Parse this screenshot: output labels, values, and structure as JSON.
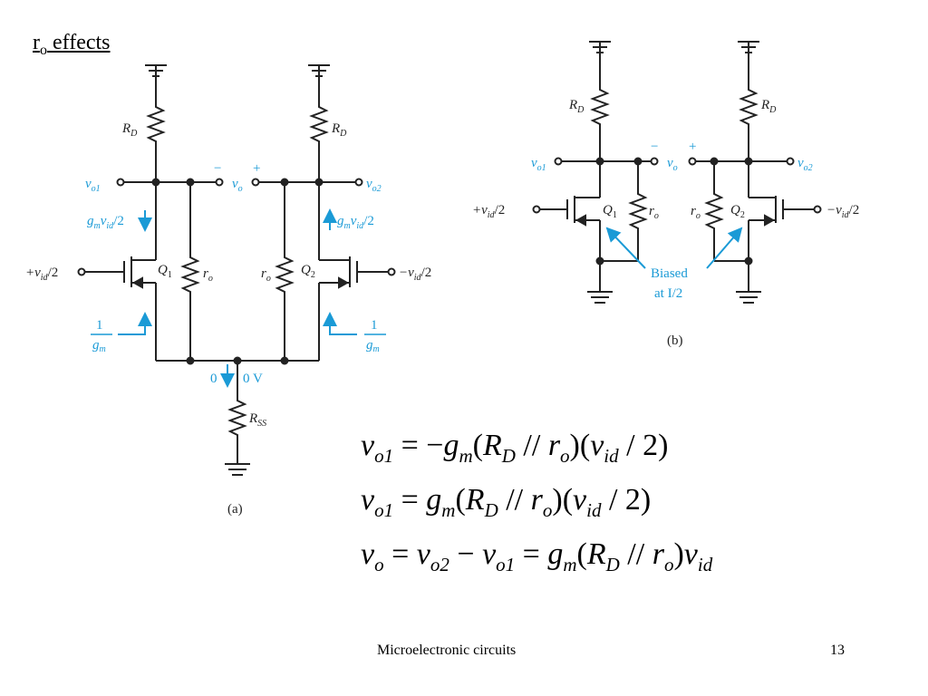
{
  "slide": {
    "title_main": "r",
    "title_sub": "o",
    "title_rest": " effects",
    "footer_center": "Microelectronic circuits",
    "footer_page": "13"
  },
  "circuit_a": {
    "caption": "(a)",
    "rd_left": "R",
    "rd_left_sub": "D",
    "rd_right": "R",
    "rd_right_sub": "D",
    "vo1": "v",
    "vo1_sub": "o1",
    "vo2": "v",
    "vo2_sub": "o2",
    "vo": "v",
    "vo_sub": "o",
    "minus": "−",
    "plus": "+",
    "gm_left": "g",
    "gm_left_sub": "m",
    "gm_left_v": "v",
    "gm_left_vsub": "id",
    "gm_left_tail": "/2",
    "gm_right": "g",
    "gm_right_sub": "m",
    "gm_right_v": "v",
    "gm_right_vsub": "id",
    "gm_right_tail": "/2",
    "input_left": "+v",
    "input_left_sub": "id",
    "input_left_tail": "/2",
    "input_right": "−v",
    "input_right_sub": "id",
    "input_right_tail": "/2",
    "q1": "Q",
    "q1_sub": "1",
    "q2": "Q",
    "q2_sub": "2",
    "ro_left": "r",
    "ro_left_sub": "o",
    "ro_right": "r",
    "ro_right_sub": "o",
    "one_left": "1",
    "gm_frac_left": "g",
    "gm_frac_left_sub": "m",
    "one_right": "1",
    "gm_frac_right": "g",
    "gm_frac_right_sub": "m",
    "zero_current": "0",
    "zero_volt": "0 V",
    "rss": "R",
    "rss_sub": "SS"
  },
  "circuit_b": {
    "caption": "(b)",
    "rd_left": "R",
    "rd_left_sub": "D",
    "rd_right": "R",
    "rd_right_sub": "D",
    "vo1": "v",
    "vo1_sub": "o1",
    "vo2": "v",
    "vo2_sub": "o2",
    "vo": "v",
    "vo_sub": "o",
    "minus": "−",
    "plus": "+",
    "input_left": "+v",
    "input_left_sub": "id",
    "input_left_tail": "/2",
    "input_right": "−v",
    "input_right_sub": "id",
    "input_right_tail": "/2",
    "q1": "Q",
    "q1_sub": "1",
    "q2": "Q",
    "q2_sub": "2",
    "ro_left": "r",
    "ro_left_sub": "o",
    "ro_right": "r",
    "ro_right_sub": "o",
    "biased_line1": "Biased",
    "biased_line2": "at I/2"
  },
  "equations": {
    "eq1": {
      "v": "v",
      "vs": "o1",
      "eq": " = −",
      "g": "g",
      "gs": "m",
      "r": "R",
      "rs": "D",
      "par": " // ",
      "ro": "r",
      "ros": "o",
      "vid": "v",
      "vids": "id",
      "tail": " / 2)"
    },
    "eq2": {
      "v": "v",
      "vs": "o1",
      "eq": " = ",
      "g": "g",
      "gs": "m",
      "r": "R",
      "rs": "D",
      "par": " // ",
      "ro": "r",
      "ros": "o",
      "vid": "v",
      "vids": "id",
      "tail": " / 2)"
    },
    "eq3": {
      "v": "v",
      "vs": "o",
      "eq": " = ",
      "v2": "v",
      "v2s": "o2",
      "mn": " − ",
      "v1": "v",
      "v1s": "o1",
      "eq2": " = ",
      "g": "g",
      "gs": "m",
      "r": "R",
      "rs": "D",
      "par": " // ",
      "ro": "r",
      "ros": "o",
      "vid": "v",
      "vids": "id"
    }
  },
  "colors": {
    "accent": "#1a9ad6",
    "wire": "#222222"
  }
}
